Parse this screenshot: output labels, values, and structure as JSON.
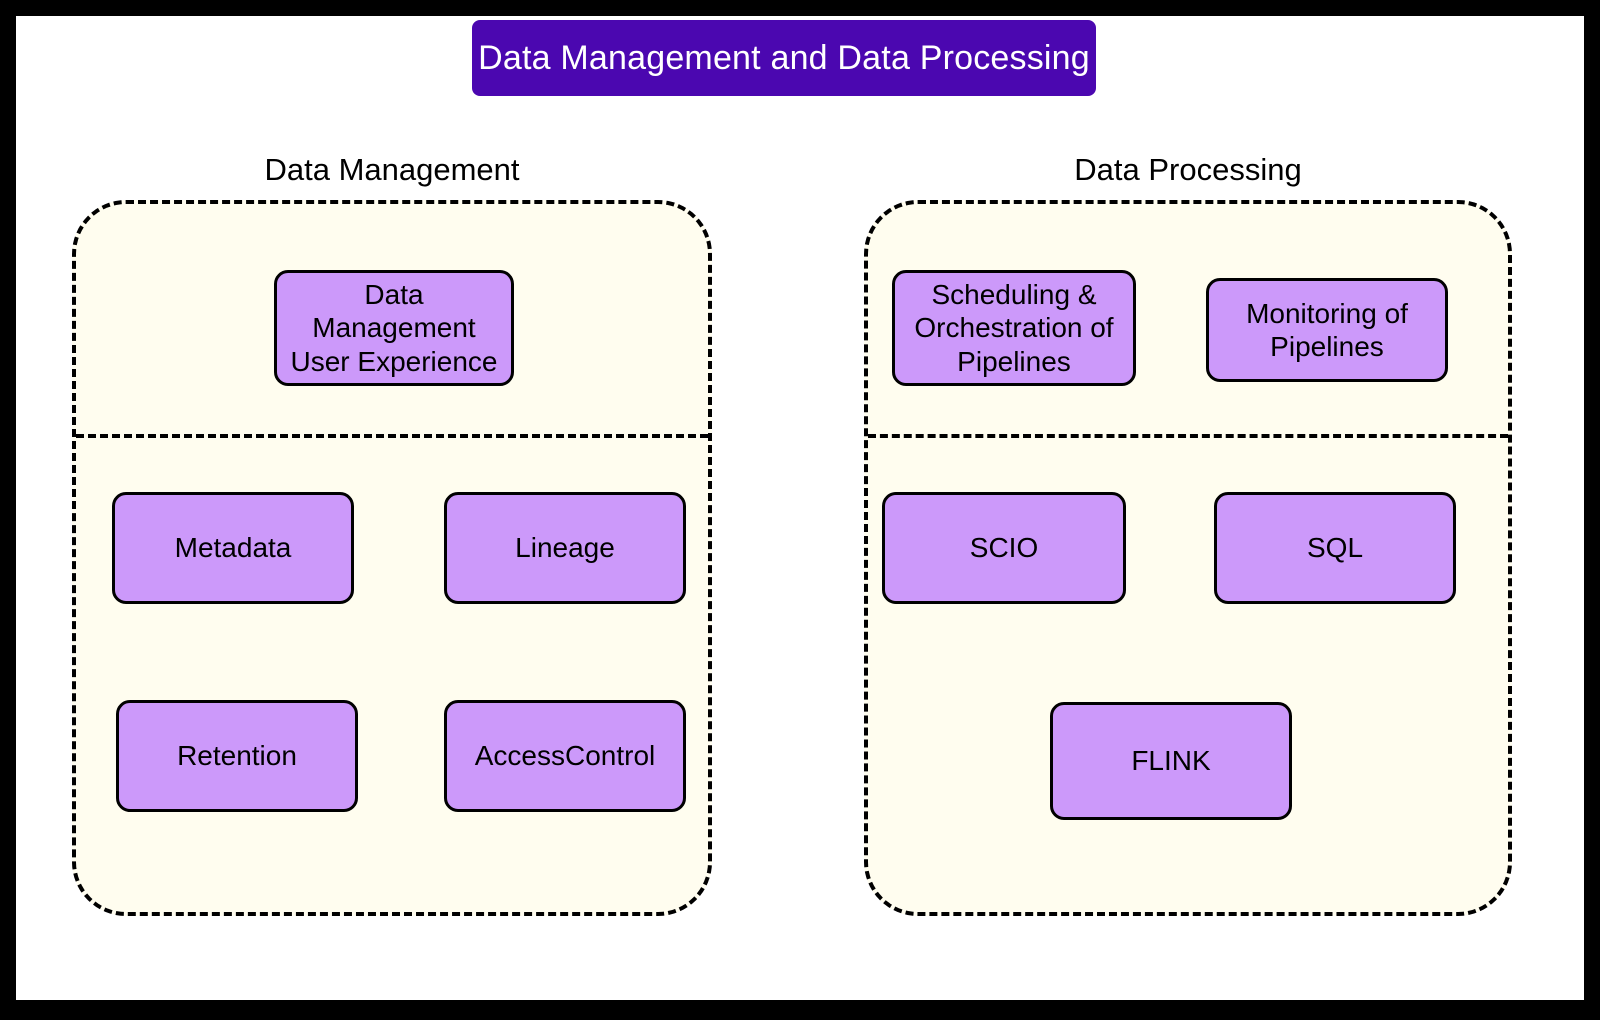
{
  "diagram": {
    "title": "Data Management and Data Processing",
    "colors": {
      "title_background": "#4B07B0",
      "title_text": "#FFFFFF",
      "group_background": "#FFFDEF",
      "group_border": "#000000",
      "node_fill": "#CC99FA",
      "node_border": "#000000",
      "node_text": "#000000",
      "frame": "#000000",
      "page_background": "#FFFFFF"
    },
    "groups": [
      {
        "id": "data-management",
        "caption": "Data Management",
        "upper_nodes": [
          {
            "id": "data-management-user-experience",
            "label": "Data\nManagement\nUser Experience"
          }
        ],
        "lower_nodes": [
          {
            "id": "metadata",
            "label": "Metadata"
          },
          {
            "id": "lineage",
            "label": "Lineage"
          },
          {
            "id": "retention",
            "label": "Retention"
          },
          {
            "id": "access-control",
            "label": "AccessControl"
          }
        ]
      },
      {
        "id": "data-processing",
        "caption": "Data Processing",
        "upper_nodes": [
          {
            "id": "scheduling-orchestration-of-pipelines",
            "label": "Scheduling &\nOrchestration of\nPipelines"
          },
          {
            "id": "monitoring-of-pipelines",
            "label": "Monitoring of\nPipelines"
          }
        ],
        "lower_nodes": [
          {
            "id": "scio",
            "label": "SCIO"
          },
          {
            "id": "sql",
            "label": "SQL"
          },
          {
            "id": "flink",
            "label": "FLINK"
          }
        ]
      }
    ]
  }
}
